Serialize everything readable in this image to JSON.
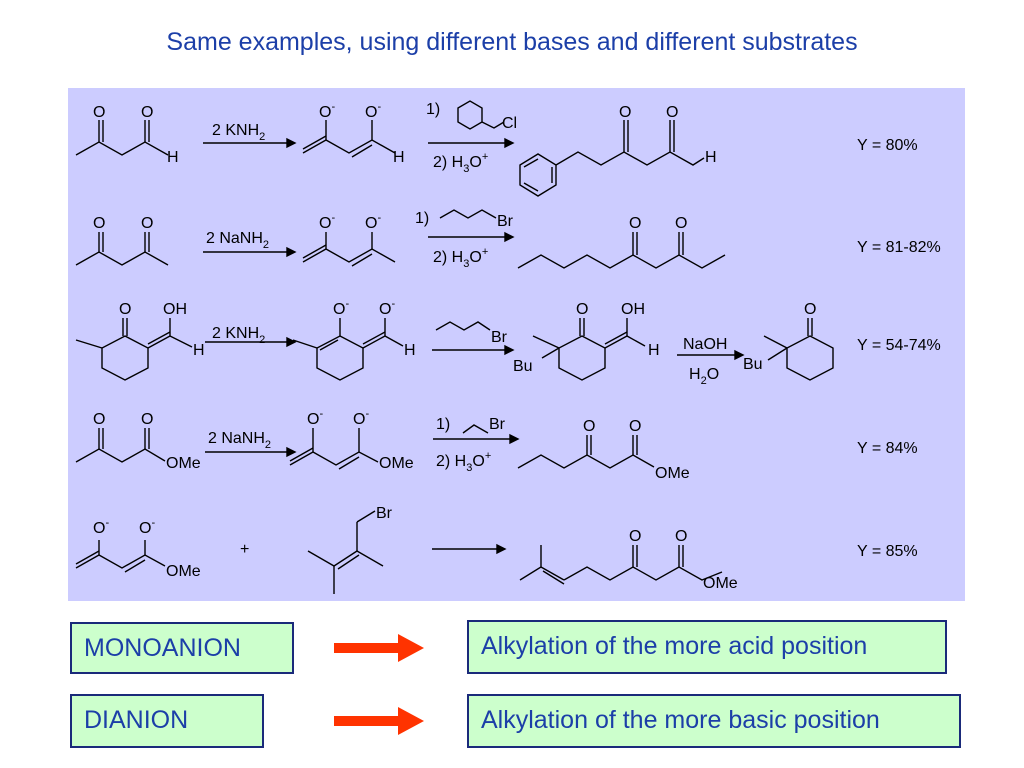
{
  "title": "Same examples, using different bases and different substrates",
  "colors": {
    "panel": "#ccccff",
    "title": "#1c3fa8",
    "box_fill": "#ccffcc",
    "box_border": "#1a2a7a",
    "arrow": "#ff3300"
  },
  "reactions": [
    {
      "reagent": "2 KNH",
      "reagent_sub": "2",
      "step1_prefix": "1)",
      "step1_reagent": "Cl",
      "step2": "2) H",
      "step2_sub": "3",
      "step2_tail": "O",
      "step2_sup": "+",
      "yield": "Y = 80%"
    },
    {
      "reagent": "2 NaNH",
      "reagent_sub": "2",
      "step1_prefix": "1)",
      "step1_reagent": "Br",
      "step2": "2) H",
      "step2_sub": "3",
      "step2_tail": "O",
      "step2_sup": "+",
      "yield": "Y = 81-82%"
    },
    {
      "reagent": "2 KNH",
      "reagent_sub": "2",
      "step1_reagent": "Br",
      "step3_reagent": "NaOH",
      "step3_below": "H",
      "step3_below_sub": "2",
      "step3_below_tail": "O",
      "yield": "Y = 54-74%"
    },
    {
      "reagent": "2 NaNH",
      "reagent_sub": "2",
      "step1_prefix": "1)",
      "step1_reagent": "Br",
      "step2": "2) H",
      "step2_sub": "3",
      "step2_tail": "O",
      "step2_sup": "+",
      "yield": "Y = 84%"
    },
    {
      "plus": "+",
      "step1_reagent": "Br",
      "yield": "Y = 85%"
    }
  ],
  "atoms": {
    "O": "O",
    "H": "H",
    "OH": "OH",
    "OMe": "OMe",
    "Bu": "Bu",
    "minus": "-"
  },
  "summary": [
    {
      "left": "MONOANION",
      "right": "Alkylation of the more acid position"
    },
    {
      "left": "DIANION",
      "right": "Alkylation of the more basic position"
    }
  ]
}
